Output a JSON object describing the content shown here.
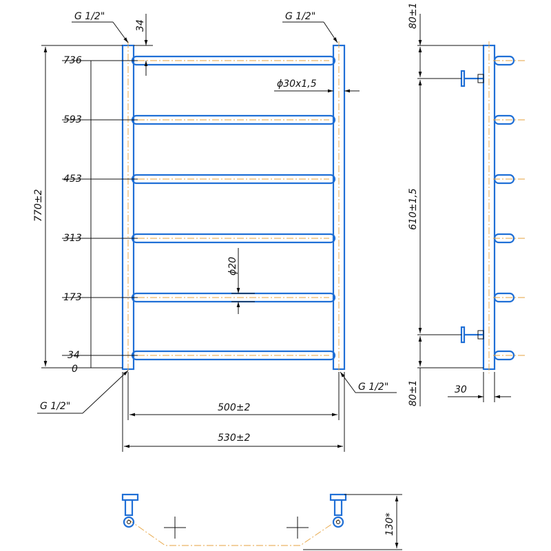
{
  "front_view": {
    "thread_top_left": "G 1/2\"",
    "thread_top_right": "G 1/2\"",
    "thread_bottom_left": "G 1/2\"",
    "thread_bottom_right": "G 1/2\"",
    "top_offset": "34",
    "pipe_diameter": "ϕ30x1,5",
    "rung_diameter": "ϕ20",
    "overall_height": "770±2",
    "center_width": "500±2",
    "overall_width": "530±2",
    "rung_levels": [
      "736",
      "593",
      "453",
      "313",
      "173",
      "34",
      "0"
    ]
  },
  "side_view": {
    "top_offset": "80±1",
    "mount_spacing": "610±1,5",
    "bottom_offset": "80±1",
    "depth": "30"
  },
  "top_view": {
    "depth": "130*"
  },
  "colors": {
    "pipe": "#1f6fd6",
    "axis": "#e6a23c",
    "line": "#111111"
  }
}
